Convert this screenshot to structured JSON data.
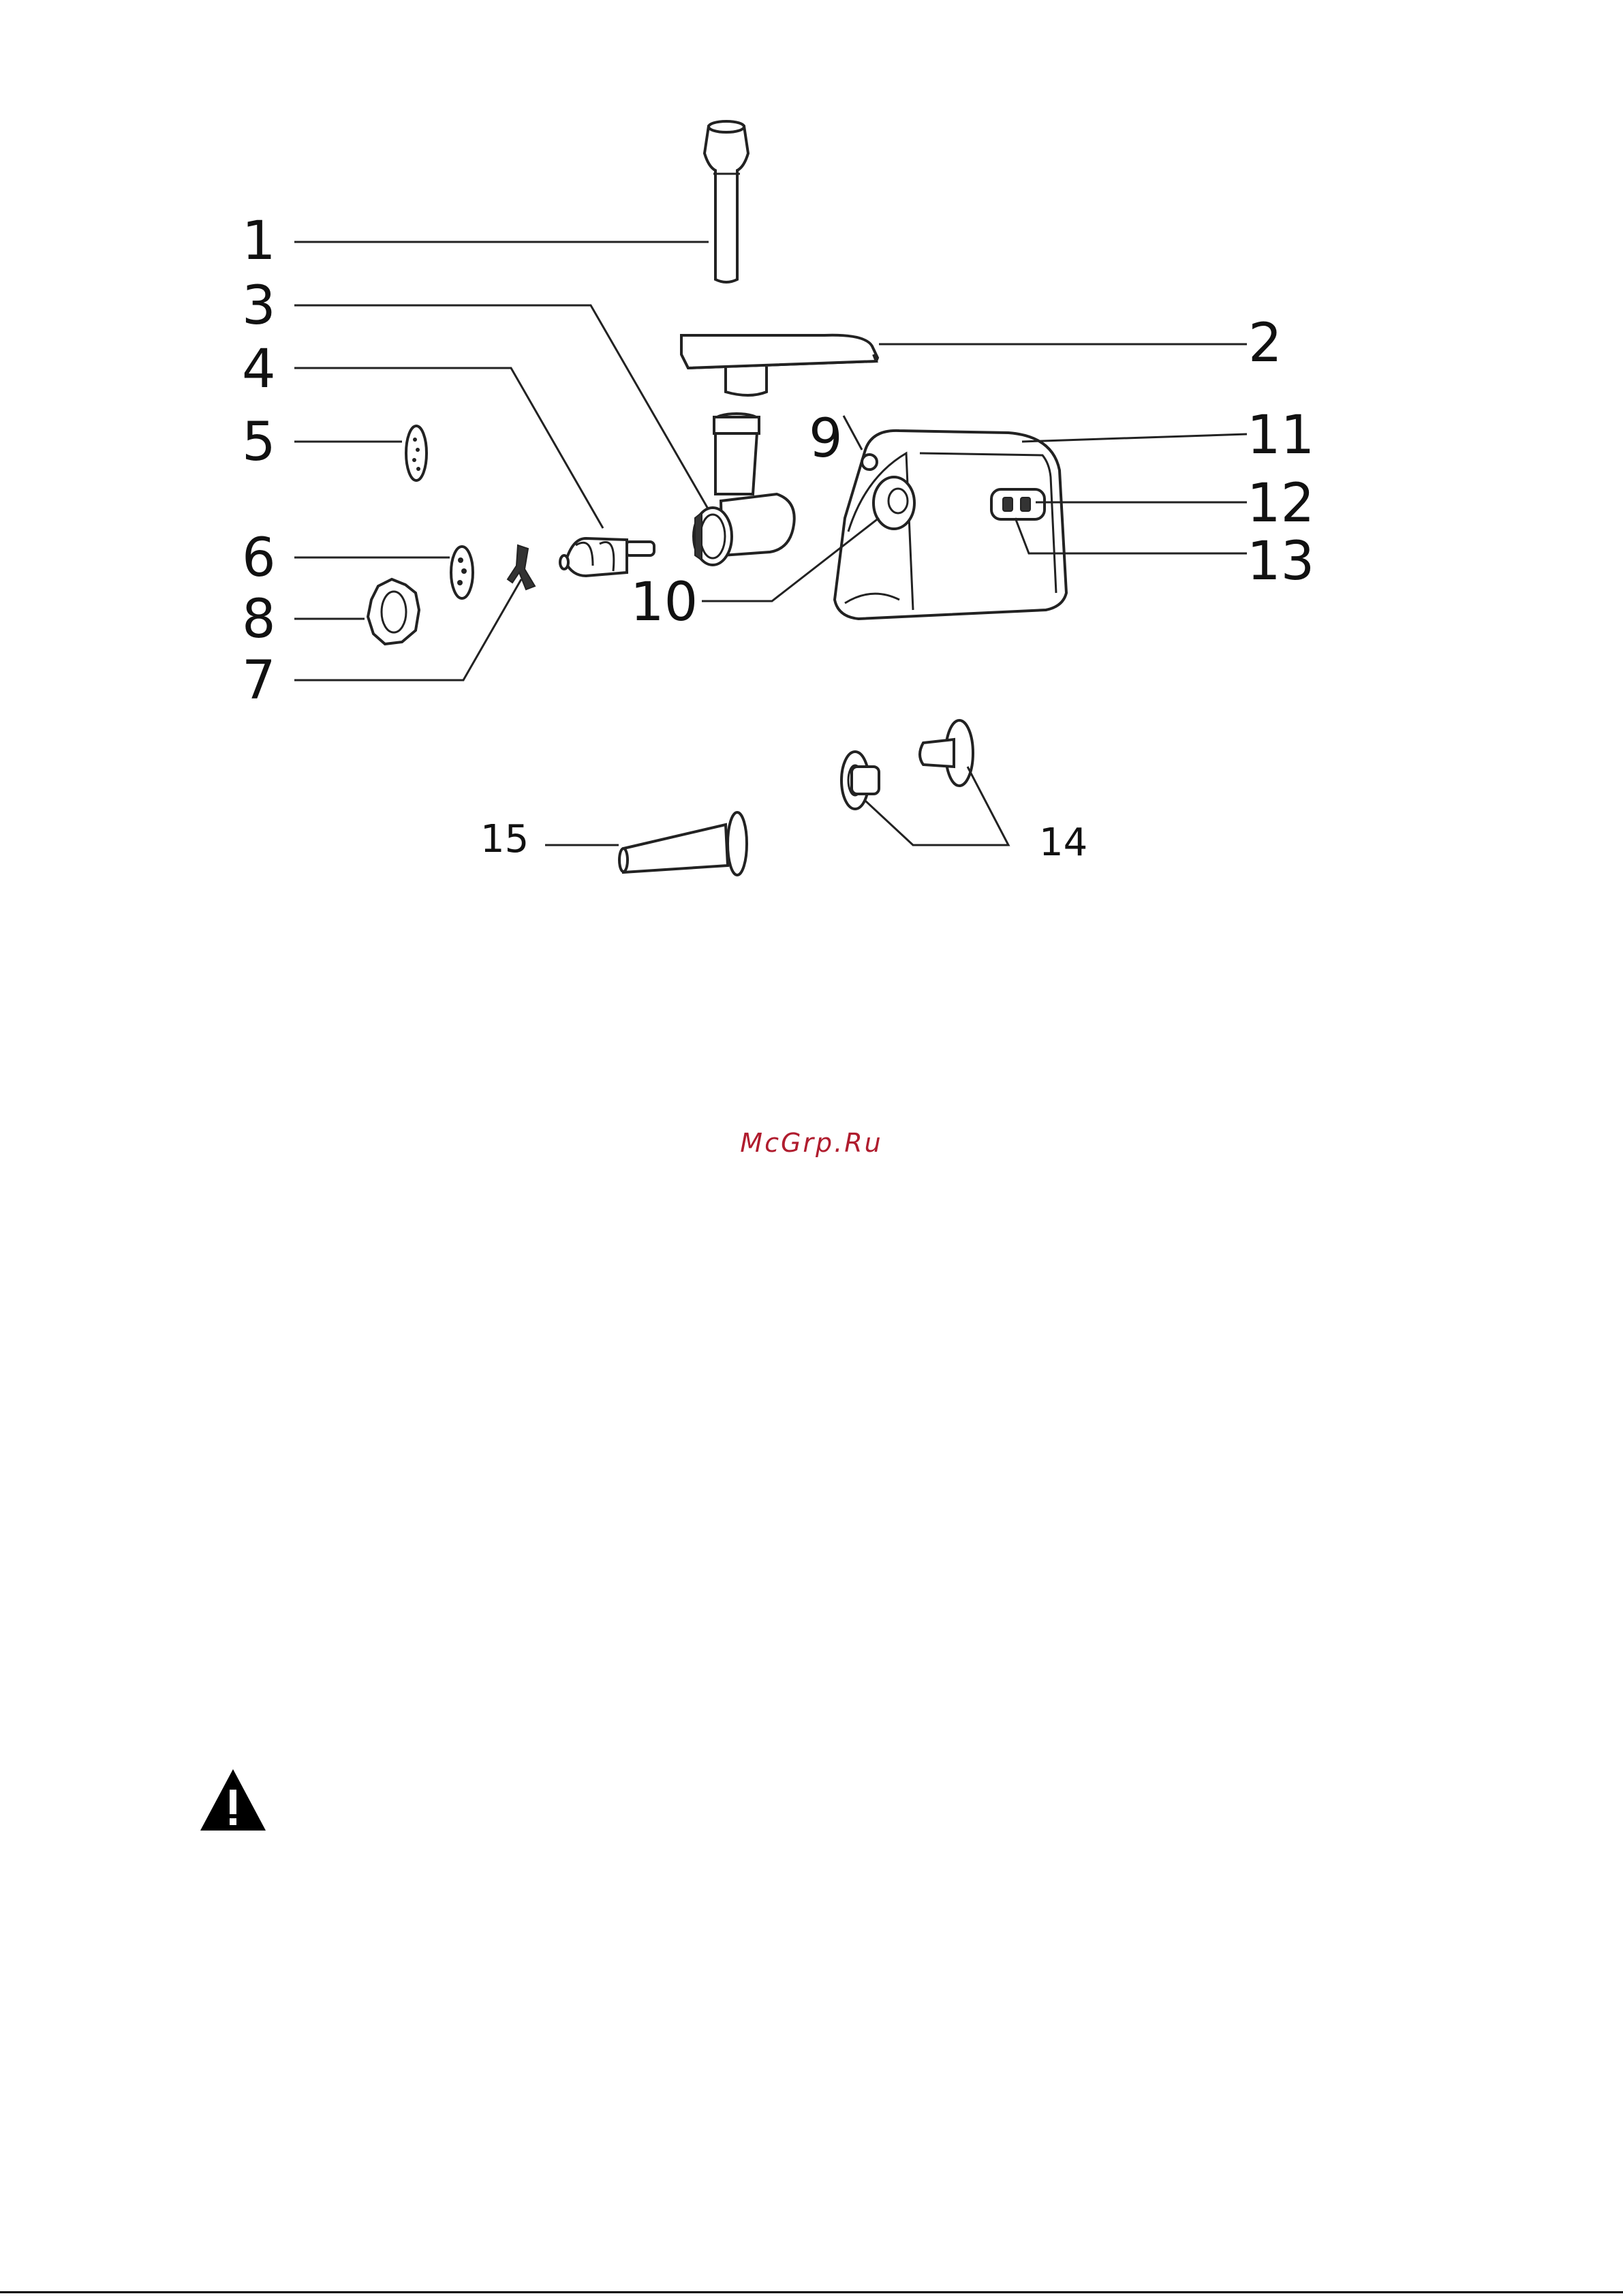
{
  "diagram": {
    "callouts": {
      "c1": "1",
      "c2": "2",
      "c3": "3",
      "c4": "4",
      "c5": "5",
      "c6": "6",
      "c7": "7",
      "c8": "8",
      "c9": "9",
      "c10": "10",
      "c11": "11",
      "c12": "12",
      "c13": "13",
      "c14": "14",
      "c15": "15"
    }
  },
  "watermark": {
    "text": "McGrp.Ru",
    "color": "#b01c2e"
  },
  "warning_icon": "warning-triangle-icon"
}
